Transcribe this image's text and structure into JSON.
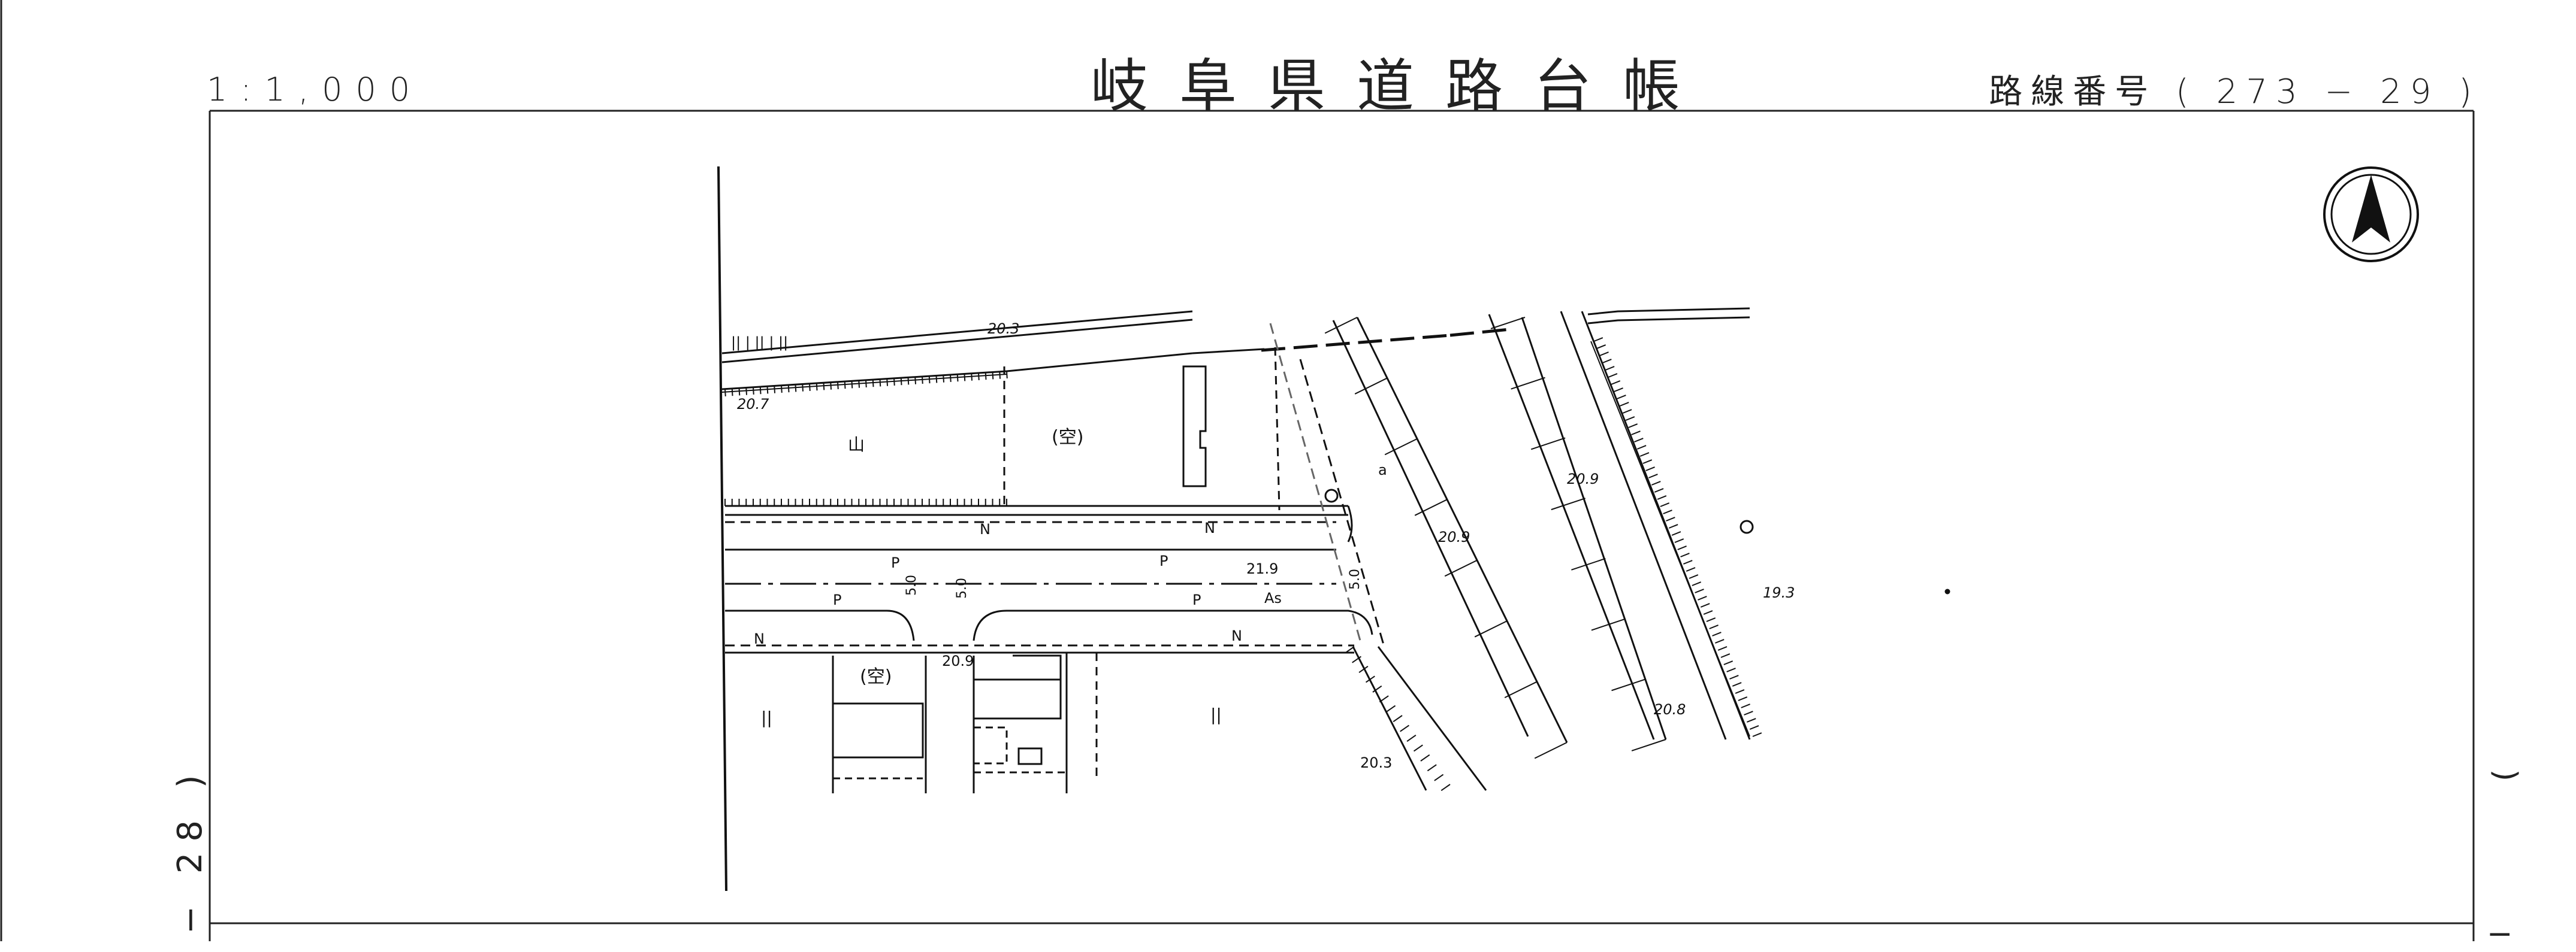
{
  "header": {
    "scale": "1:1,000",
    "title": "岐阜県道路台帳",
    "route": "路線番号 ( 273 − 29 )"
  },
  "side_marks": {
    "left": "− 28 )",
    "right": "(",
    "right_dash": "−"
  },
  "icons": {
    "north": "north-arrow-icon"
  },
  "map_labels": {
    "vacant_north": "(空)",
    "vacant_south": "(空)",
    "field_symbol": "山",
    "paddy_sw": "||",
    "paddy_s": "||",
    "road_code_n1": "N",
    "road_code_n2": "N",
    "road_code_n3": "N",
    "road_code_n4": "N",
    "road_code_p1": "P",
    "road_code_p2": "P",
    "road_code_p3": "P",
    "road_code_p4": "P",
    "surface_as": "As",
    "width_1": "5.0",
    "width_2": "5.0",
    "width_3": "5.0",
    "elev_1": "20.3",
    "elev_2": "20.7",
    "elev_3": "21.9",
    "elev_4": "20.9",
    "elev_5": "20.9",
    "elev_6": "20.9",
    "elev_7": "19.3",
    "elev_8": "20.8",
    "elev_9": "20.3",
    "mark_a": "a",
    "paddy_marks_1": "||  |  ||     |     ||"
  }
}
